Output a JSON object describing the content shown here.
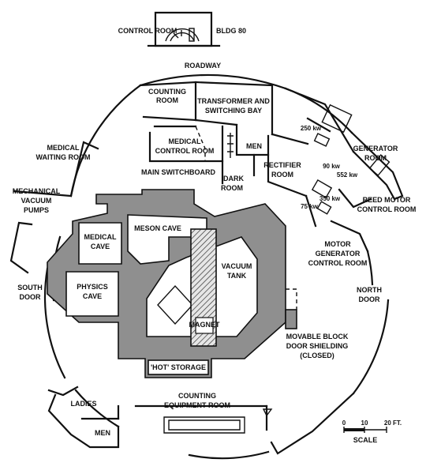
{
  "labels": {
    "control_room": "CONTROL ROOM",
    "bldg_80": "BLDG 80",
    "roadway": "ROADWAY",
    "counting_room": [
      "COUNTING",
      "ROOM"
    ],
    "transformer_bay": [
      "TRANSFORMER AND",
      "SWITCHING BAY"
    ],
    "medical_control_room": [
      "MEDICAL",
      "CONTROL ROOM"
    ],
    "men_upper": "MEN",
    "rectifier_room": [
      "RECTIFIER",
      "ROOM"
    ],
    "main_switchboard": "MAIN SWITCHBOARD",
    "dark_room": [
      "DARK",
      "ROOM"
    ],
    "medical_waiting_room": [
      "MEDICAL",
      "WAITING ROOM"
    ],
    "mechanical_vacuum_pumps": [
      "MECHANICAL",
      "VACUUM",
      "PUMPS"
    ],
    "generator_room": [
      "GENERATOR",
      "ROOM"
    ],
    "reed_motor_control_room": [
      "REED MOTOR",
      "CONTROL ROOM"
    ],
    "motor_generator_control_room": [
      "MOTOR",
      "GENERATOR",
      "CONTROL ROOM"
    ],
    "meson_cave": "MESON CAVE",
    "medical_cave": [
      "MEDICAL",
      "CAVE"
    ],
    "physics_cave": [
      "PHYSICS",
      "CAVE"
    ],
    "vacuum_tank": [
      "VACUUM",
      "TANK"
    ],
    "magnet": "MAGNET",
    "hot_storage": "'HOT' STORAGE",
    "south_door": [
      "SOUTH",
      "DOOR"
    ],
    "north_door": [
      "NORTH",
      "DOOR"
    ],
    "movable_block": [
      "MOVABLE BLOCK",
      "DOOR SHIELDING",
      "(CLOSED)"
    ],
    "counting_equipment_room": [
      "COUNTING",
      "EQUIPMENT ROOM"
    ],
    "ladies": "LADIES",
    "men_lower": "MEN",
    "power_250": "250 kw",
    "power_90": "90 kw",
    "power_552": "552 kw",
    "power_350": "350 kw",
    "power_75": "75 kw",
    "scale_0": "0",
    "scale_10": "10",
    "scale_20": "20 FT.",
    "scale": "SCALE"
  },
  "colors": {
    "shielding": "#8f8f8f",
    "ink": "#111111",
    "background": "#ffffff"
  }
}
